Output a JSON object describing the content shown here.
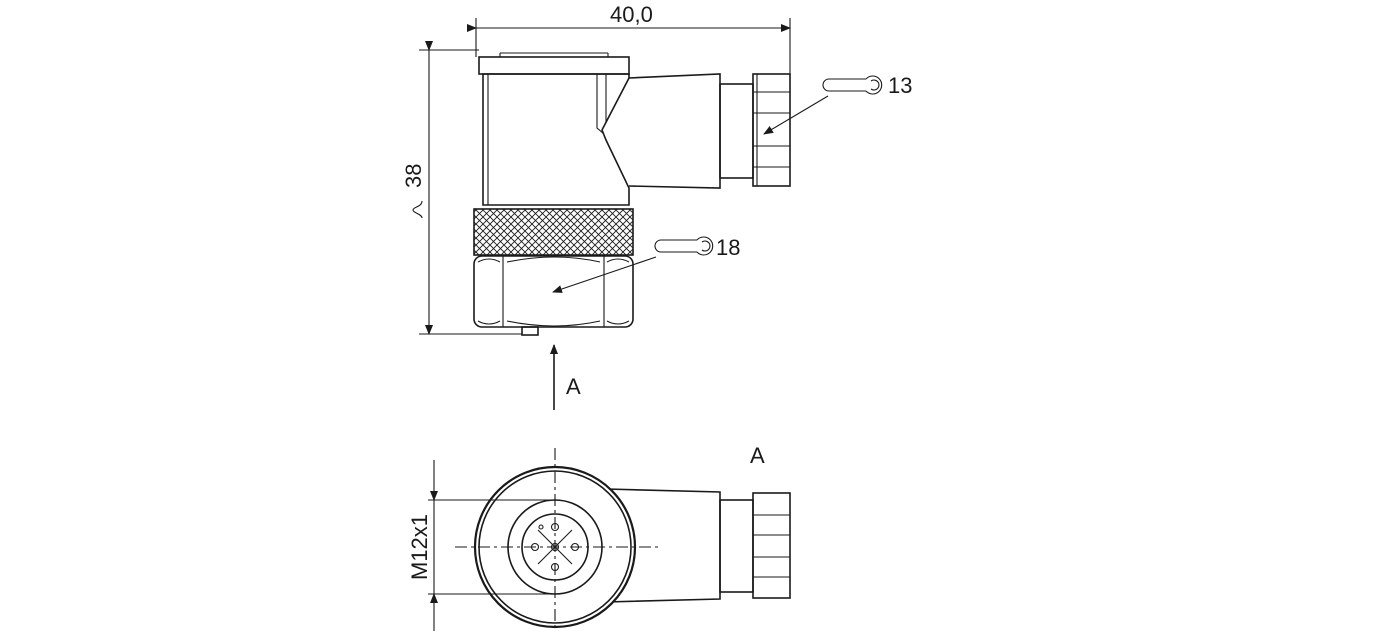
{
  "dimensions": {
    "width_label": "40,0",
    "height_label": "38",
    "thread_label": "M12x1"
  },
  "wrenches": {
    "small_label": "13",
    "large_label": "18"
  },
  "view": {
    "arrow_label": "A",
    "title": "A"
  }
}
